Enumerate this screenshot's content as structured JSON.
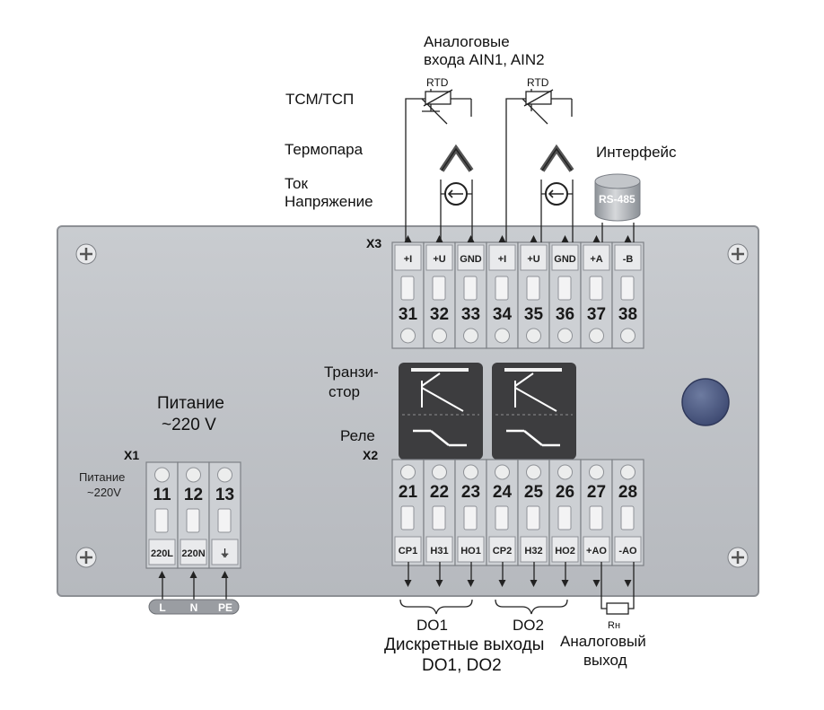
{
  "labels": {
    "analog_inputs_1": "Аналоговые",
    "analog_inputs_2": "входа AIN1, AIN2",
    "rtd_type": "ТСМ/ТСП",
    "thermocouple": "Термопара",
    "current": "Ток",
    "voltage": "Напряжение",
    "interface": "Интерфейс",
    "rs485": "RS-485",
    "rtd_symbol": "RTD",
    "power_title_1": "Питание",
    "power_title_2": "~220 V",
    "power_small_1": "Питание",
    "power_small_2": "~220V",
    "transistor_1": "Транзи-",
    "transistor_2": "стор",
    "relay": "Реле",
    "do1": "DO1",
    "do2": "DO2",
    "discrete_1": "Дискретные выходы",
    "discrete_2": "DO1, DO2",
    "analog_out_1": "Аналоговый",
    "analog_out_2": "выход",
    "load": "Rн"
  },
  "blocks": {
    "x1": "X1",
    "x2": "X2",
    "x3": "X3"
  },
  "x3_terminals": [
    {
      "num": "31",
      "sig": "+I"
    },
    {
      "num": "32",
      "sig": "+U"
    },
    {
      "num": "33",
      "sig": "GND"
    },
    {
      "num": "34",
      "sig": "+I"
    },
    {
      "num": "35",
      "sig": "+U"
    },
    {
      "num": "36",
      "sig": "GND"
    },
    {
      "num": "37",
      "sig": "+A"
    },
    {
      "num": "38",
      "sig": "-B"
    }
  ],
  "x2_terminals": [
    {
      "num": "21",
      "sig": "CP1"
    },
    {
      "num": "22",
      "sig": "H31"
    },
    {
      "num": "23",
      "sig": "HO1"
    },
    {
      "num": "24",
      "sig": "CP2"
    },
    {
      "num": "25",
      "sig": "H32"
    },
    {
      "num": "26",
      "sig": "HO2"
    },
    {
      "num": "27",
      "sig": "+AO"
    },
    {
      "num": "28",
      "sig": "-AO"
    }
  ],
  "x1_terminals": [
    {
      "num": "11",
      "sig": "220L"
    },
    {
      "num": "12",
      "sig": "220N"
    },
    {
      "num": "13",
      "sig": "⏚"
    }
  ],
  "power_pins": [
    "L",
    "N",
    "PE"
  ],
  "colors": {
    "panel": "#bfc2c7",
    "terminal": "#cdd0d4",
    "knob": "#4f5e86",
    "dark_module": "#3d3d3f"
  }
}
